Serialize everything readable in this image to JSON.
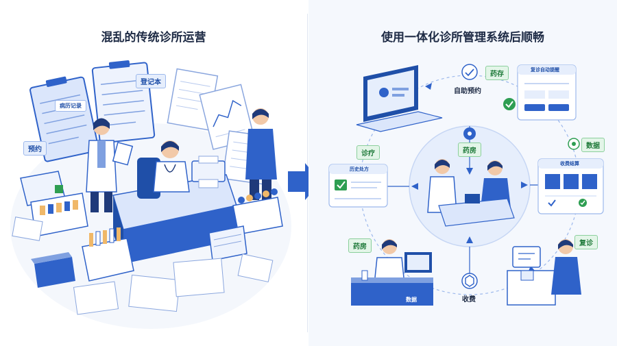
{
  "left": {
    "title": "混乱的传统诊所运营",
    "tags": {
      "register_book": "登记本",
      "appointment": "预约",
      "medical_record": "病历记录"
    }
  },
  "right": {
    "title": "使用一体化诊所管理系统后顺畅",
    "nodes": {
      "self_booking": "自助预约",
      "pharmacy_top": "药存",
      "pharmacy_center": "药房",
      "consultation": "诊疗",
      "data": "数据",
      "pharmacy_left": "药房",
      "billing": "收费",
      "follow_up": "复诊"
    },
    "cards": {
      "history_title": "历史处方",
      "auto_reminder": "复诊自动提醒",
      "billing_summary": "收费结算",
      "desk_label": "数据"
    }
  },
  "colors": {
    "primary": "#2f62c9",
    "light": "#e6eefc",
    "green": "#2e9e52",
    "dark": "#1d2a44"
  }
}
